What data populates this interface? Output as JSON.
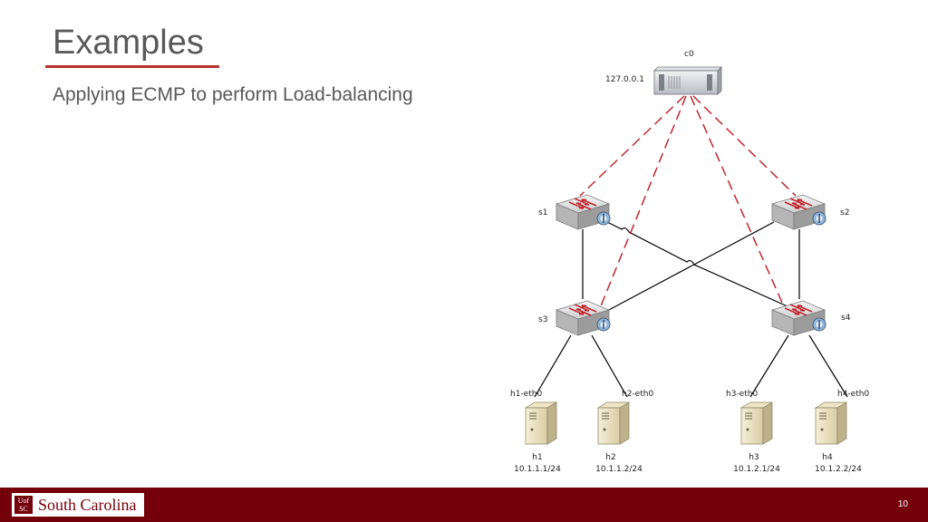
{
  "slide": {
    "title": "Examples",
    "subtitle": "Applying ECMP to perform Load-balancing",
    "page_number": "10"
  },
  "footer": {
    "logo_mark_top": "Uof",
    "logo_mark_bottom": "SC",
    "logo_text": "South Carolina"
  },
  "diagram": {
    "controller": {
      "name": "c0",
      "ip": "127.0.0.1"
    },
    "switches": {
      "s1": "s1",
      "s2": "s2",
      "s3": "s3",
      "s4": "s4"
    },
    "interfaces": {
      "h1": "h1-eth0",
      "h2": "h2-eth0",
      "h3": "h3-eth0",
      "h4": "h4-eth0"
    },
    "hosts": [
      {
        "name": "h1",
        "ip": "10.1.1.1/24"
      },
      {
        "name": "h2",
        "ip": "10.1.1.2/24"
      },
      {
        "name": "h3",
        "ip": "10.1.2.1/24"
      },
      {
        "name": "h4",
        "ip": "10.1.2.2/24"
      }
    ],
    "colors": {
      "control_link": "#c0272d",
      "data_link": "#000000",
      "switch_arrow": "#c0272d"
    }
  }
}
